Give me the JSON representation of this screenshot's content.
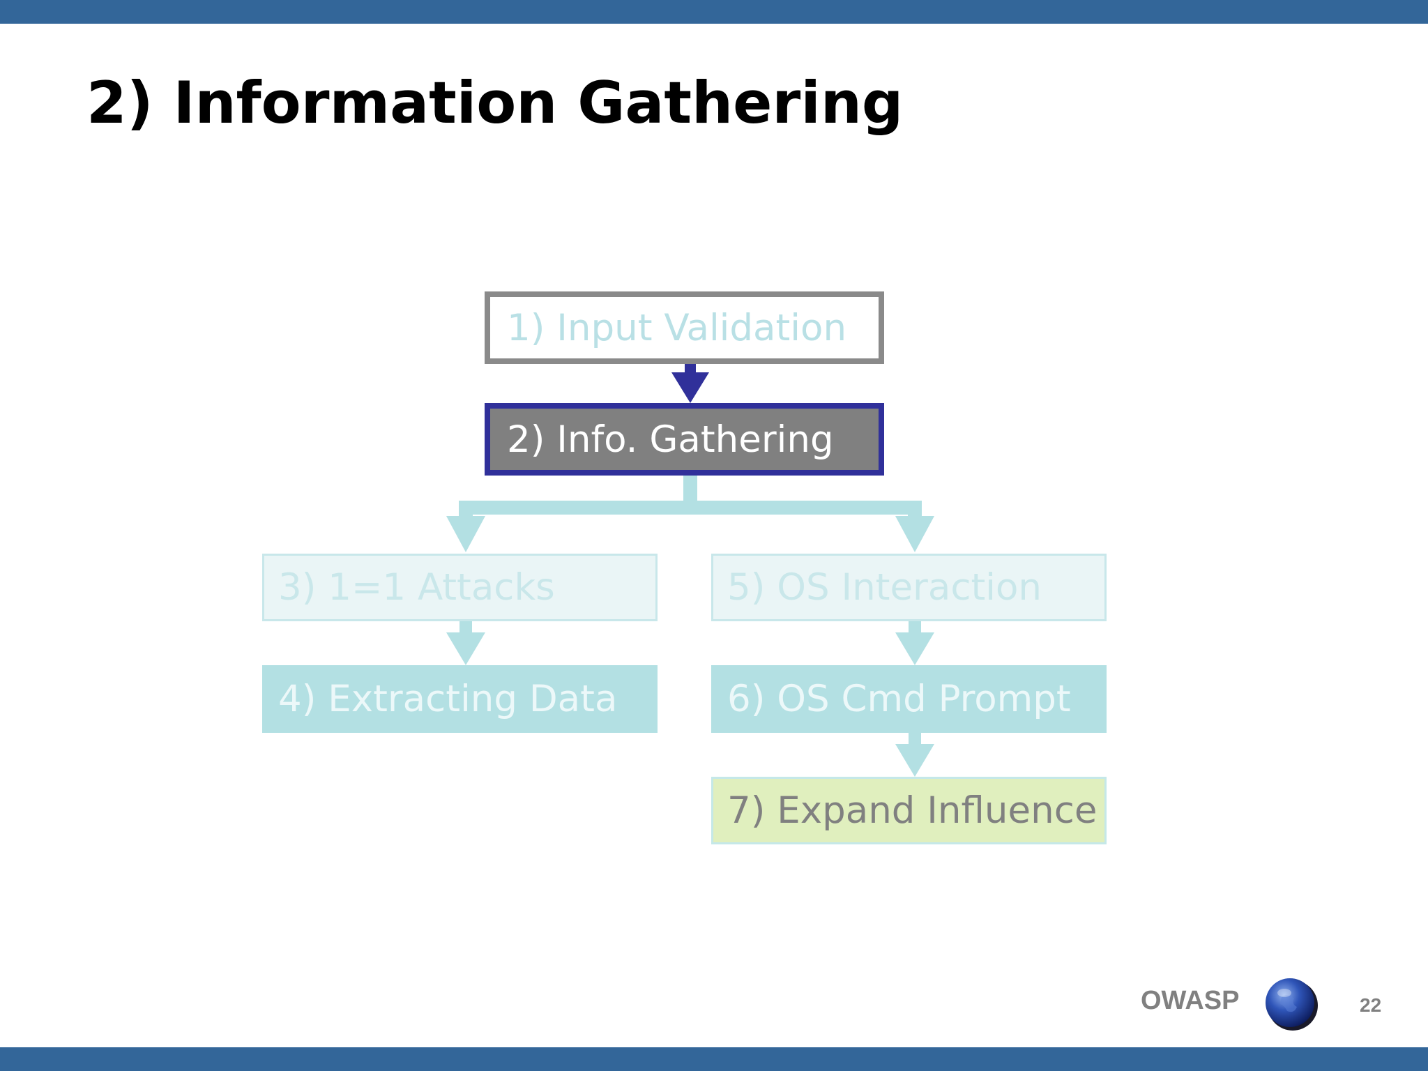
{
  "slide": {
    "title": "2) Information Gathering",
    "page_number": "22",
    "brand": "OWASP",
    "colors": {
      "band": "#336699",
      "active_border": "#30309a",
      "active_fill": "#808080",
      "faded_teal": "#b3e0e3",
      "highlight_green": "#e0efbe"
    }
  },
  "diagram": {
    "steps": [
      {
        "label": "1) Input Validation",
        "text_color": "#b9e0e5"
      },
      {
        "label": "2) Info. Gathering",
        "text_color": "#ffffff"
      },
      {
        "label": "3) 1=1 Attacks",
        "text_color": "#c9e7ea"
      },
      {
        "label": "4) Extracting Data",
        "text_color": "#ecf8f9"
      },
      {
        "label": "5) OS Interaction",
        "text_color": "#c9e7ea"
      },
      {
        "label": "6) OS Cmd Prompt",
        "text_color": "#ecf8f9"
      },
      {
        "label": "7) Expand Influence",
        "text_color": "#808080"
      }
    ]
  },
  "icons": {
    "globe": "owasp-globe-icon"
  }
}
